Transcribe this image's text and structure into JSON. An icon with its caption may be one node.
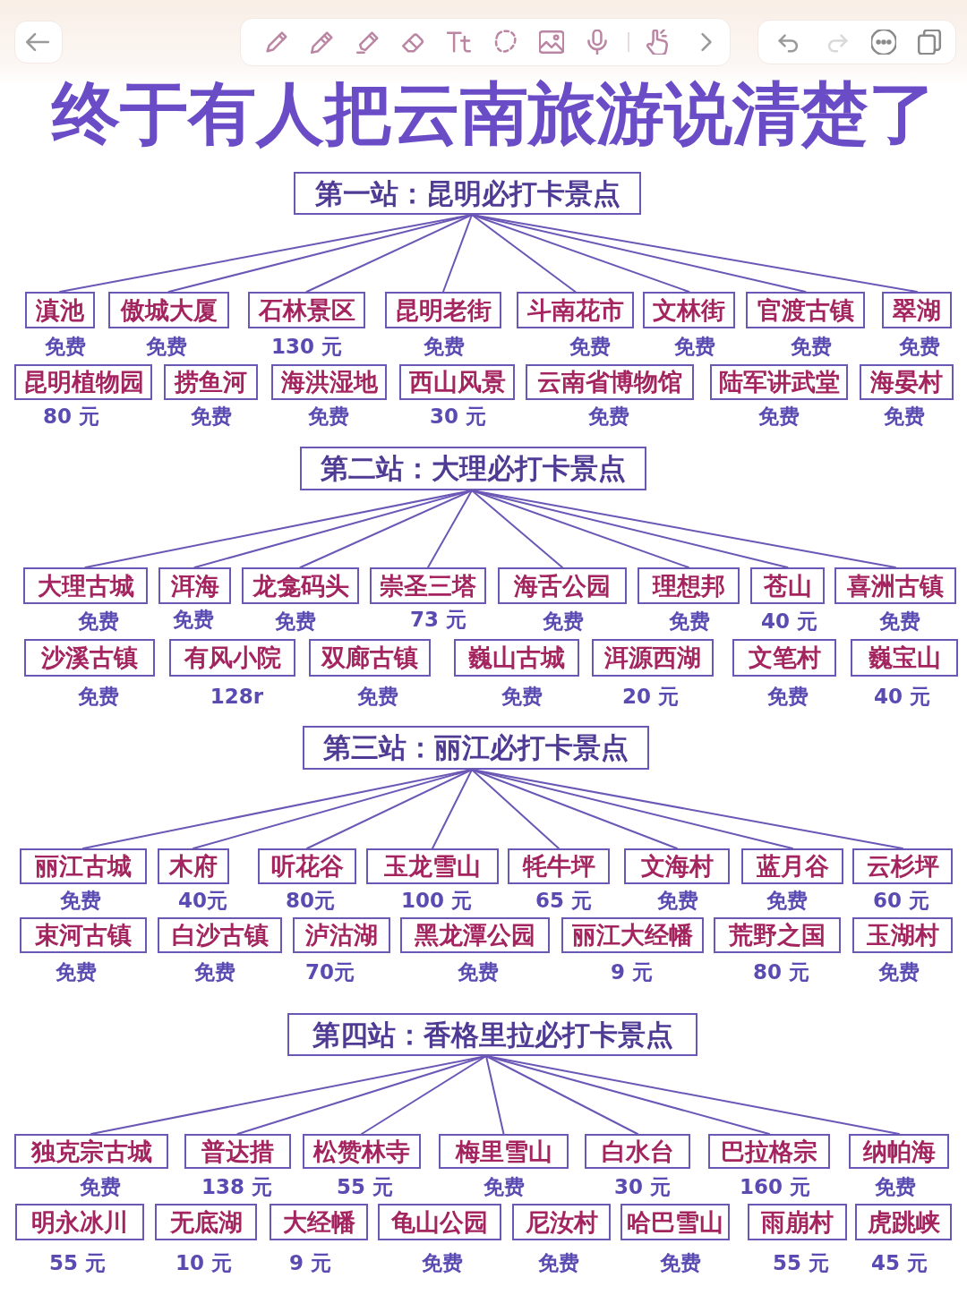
{
  "diagram": {
    "title": "终于有人把云南旅游说清楚了",
    "nodes": [
      {
        "text": [
          "第一站：昆明必打卡景点"
        ]
      },
      {
        "text": [
          "滇池"
        ],
        "beside": [
          "免费"
        ]
      },
      {
        "text": [
          "傲城大厦"
        ],
        "beside": [
          "免费"
        ]
      },
      {
        "text": [
          "石林景区"
        ],
        "beside": [
          "130 元"
        ]
      },
      {
        "text": [
          "昆明老街"
        ],
        "beside": [
          "免费"
        ]
      },
      {
        "text": [
          "斗南花市"
        ],
        "beside": [
          "免费"
        ]
      },
      {
        "text": [
          "文林街"
        ],
        "beside": [
          "免费"
        ]
      },
      {
        "text": [
          "官渡古镇"
        ],
        "beside": [
          "免费"
        ]
      },
      {
        "text": [
          "翠湖"
        ],
        "beside": [
          "免费"
        ]
      },
      {
        "text": [
          "昆明植物园"
        ],
        "beside": [
          "80 元"
        ]
      },
      {
        "text": [
          "捞鱼河"
        ],
        "beside": [
          "免费"
        ]
      },
      {
        "text": [
          "海洪湿地"
        ],
        "beside": [
          "免费"
        ]
      },
      {
        "text": [
          "西山风景"
        ],
        "beside": [
          "30 元"
        ]
      },
      {
        "text": [
          "云南省博物馆"
        ],
        "beside": [
          "免费"
        ]
      },
      {
        "text": [
          "陆军讲武堂"
        ],
        "beside": [
          "免费"
        ]
      },
      {
        "text": [
          "海晏村"
        ],
        "beside": [
          "免费"
        ]
      },
      {
        "text": [
          "第二站：大理必打卡景点"
        ]
      },
      {
        "text": [
          "大理古城"
        ],
        "beside": [
          "免费"
        ]
      },
      {
        "text": [
          "洱海"
        ],
        "beside": [
          "免费"
        ]
      },
      {
        "text": [
          "龙龛码头"
        ],
        "beside": [
          "免费"
        ]
      },
      {
        "text": [
          "崇圣三塔"
        ],
        "beside": [
          "73 元"
        ]
      },
      {
        "text": [
          "海舌公园"
        ],
        "beside": [
          "免费"
        ]
      },
      {
        "text": [
          "理想邦"
        ],
        "beside": [
          "免费"
        ]
      },
      {
        "text": [
          "苍山"
        ],
        "beside": [
          "40 元"
        ]
      },
      {
        "text": [
          "喜洲古镇"
        ],
        "beside": [
          "免费"
        ]
      },
      {
        "text": [
          "沙溪古镇"
        ],
        "beside": [
          "免费"
        ]
      },
      {
        "text": [
          "有风小院"
        ],
        "beside": [
          "128r"
        ]
      },
      {
        "text": [
          "双廊古镇"
        ],
        "beside": [
          "免费"
        ]
      },
      {
        "text": [
          "巍山古城"
        ],
        "beside": [
          "免费"
        ]
      },
      {
        "text": [
          "洱源西湖"
        ],
        "beside": [
          "20 元"
        ]
      },
      {
        "text": [
          "文笔村"
        ],
        "beside": [
          "免费"
        ]
      },
      {
        "text": [
          "巍宝山"
        ],
        "beside": [
          "40 元"
        ]
      },
      {
        "text": [
          "第三站：丽江必打卡景点"
        ]
      },
      {
        "text": [
          "丽江古城"
        ],
        "beside": [
          "免费"
        ]
      },
      {
        "text": [
          "木府"
        ],
        "beside": [
          "40元"
        ]
      },
      {
        "text": [
          "听花谷"
        ],
        "beside": [
          "80元"
        ]
      },
      {
        "text": [
          "玉龙雪山"
        ],
        "beside": [
          "100 元"
        ]
      },
      {
        "text": [
          "牦牛坪"
        ],
        "beside": [
          "65 元"
        ]
      },
      {
        "text": [
          "文海村"
        ],
        "beside": [
          "免费"
        ]
      },
      {
        "text": [
          "蓝月谷"
        ],
        "beside": [
          "免费"
        ]
      },
      {
        "text": [
          "云杉坪"
        ],
        "beside": [
          "60 元"
        ]
      },
      {
        "text": [
          "束河古镇"
        ],
        "beside": [
          "免费"
        ]
      },
      {
        "text": [
          "白沙古镇"
        ],
        "beside": [
          "免费"
        ]
      },
      {
        "text": [
          "泸沽湖"
        ],
        "beside": [
          "70元"
        ]
      },
      {
        "text": [
          "黑龙潭公园"
        ],
        "beside": [
          "免费"
        ]
      },
      {
        "text": [
          "丽江大经幡"
        ],
        "beside": [
          "9 元"
        ]
      },
      {
        "text": [
          "荒野之国"
        ],
        "beside": [
          "80 元"
        ]
      },
      {
        "text": [
          "玉湖村"
        ],
        "beside": [
          "免费"
        ]
      },
      {
        "text": [
          "第四站：香格里拉必打卡景点"
        ]
      },
      {
        "text": [
          "独克宗古城"
        ],
        "beside": [
          "免费"
        ]
      },
      {
        "text": [
          "普达措"
        ],
        "beside": [
          "138 元"
        ]
      },
      {
        "text": [
          "松赞林寺"
        ],
        "beside": [
          "55 元"
        ]
      },
      {
        "text": [
          "梅里雪山"
        ],
        "beside": [
          "免费"
        ]
      },
      {
        "text": [
          "白水台"
        ],
        "beside": [
          "30 元"
        ]
      },
      {
        "text": [
          "巴拉格宗"
        ],
        "beside": [
          "160 元"
        ]
      },
      {
        "text": [
          "纳帕海"
        ],
        "beside": [
          "免费"
        ]
      },
      {
        "text": [
          "明永冰川"
        ],
        "beside": [
          "55 元"
        ]
      },
      {
        "text": [
          "无底湖"
        ],
        "beside": [
          "10 元"
        ]
      },
      {
        "text": [
          "大经幡"
        ],
        "beside": [
          "9 元"
        ]
      },
      {
        "text": [
          "龟山公园"
        ],
        "beside": [
          "免费"
        ]
      },
      {
        "text": [
          "尼汝村"
        ],
        "beside": [
          "免费"
        ]
      },
      {
        "text": [
          "哈巴雪山"
        ],
        "beside": [
          "免费"
        ]
      },
      {
        "text": [
          "雨崩村"
        ],
        "beside": [
          "55 元"
        ]
      },
      {
        "text": [
          "虎跳峡"
        ],
        "beside": [
          "45 元"
        ]
      }
    ],
    "edges": [
      {
        "from": 0,
        "to": 1,
        "arrow": "none"
      },
      {
        "from": 0,
        "to": 2,
        "arrow": "none"
      },
      {
        "from": 0,
        "to": 3,
        "arrow": "none"
      },
      {
        "from": 0,
        "to": 4,
        "arrow": "none"
      },
      {
        "from": 0,
        "to": 5,
        "arrow": "none"
      },
      {
        "from": 0,
        "to": 6,
        "arrow": "none"
      },
      {
        "from": 0,
        "to": 7,
        "arrow": "none"
      },
      {
        "from": 0,
        "to": 8,
        "arrow": "none"
      },
      {
        "from": 16,
        "to": 17,
        "arrow": "none"
      },
      {
        "from": 16,
        "to": 18,
        "arrow": "none"
      },
      {
        "from": 16,
        "to": 19,
        "arrow": "none"
      },
      {
        "from": 16,
        "to": 20,
        "arrow": "none"
      },
      {
        "from": 16,
        "to": 21,
        "arrow": "none"
      },
      {
        "from": 16,
        "to": 22,
        "arrow": "none"
      },
      {
        "from": 16,
        "to": 23,
        "arrow": "none"
      },
      {
        "from": 16,
        "to": 24,
        "arrow": "none"
      },
      {
        "from": 32,
        "to": 33,
        "arrow": "none"
      },
      {
        "from": 32,
        "to": 34,
        "arrow": "none"
      },
      {
        "from": 32,
        "to": 35,
        "arrow": "none"
      },
      {
        "from": 32,
        "to": 36,
        "arrow": "none"
      },
      {
        "from": 32,
        "to": 37,
        "arrow": "none"
      },
      {
        "from": 32,
        "to": 38,
        "arrow": "none"
      },
      {
        "from": 32,
        "to": 39,
        "arrow": "none"
      },
      {
        "from": 32,
        "to": 40,
        "arrow": "none"
      },
      {
        "from": 48,
        "to": 49,
        "arrow": "none"
      },
      {
        "from": 48,
        "to": 50,
        "arrow": "none"
      },
      {
        "from": 48,
        "to": 51,
        "arrow": "none"
      },
      {
        "from": 48,
        "to": 52,
        "arrow": "none"
      },
      {
        "from": 48,
        "to": 53,
        "arrow": "none"
      },
      {
        "from": 48,
        "to": 54,
        "arrow": "none"
      },
      {
        "from": 48,
        "to": 55,
        "arrow": "none"
      }
    ]
  }
}
